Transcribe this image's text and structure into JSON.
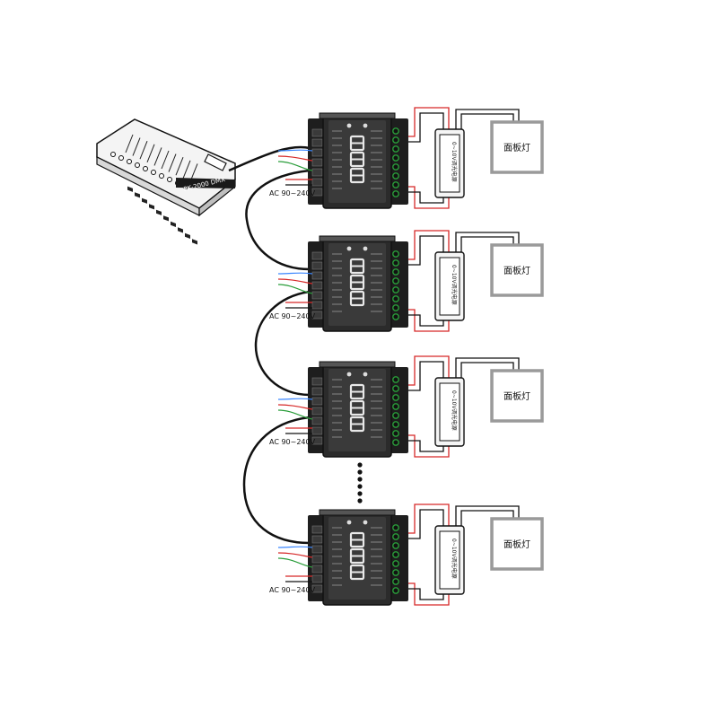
{
  "console": {
    "label": "PK·2000 DMX"
  },
  "units": [
    {
      "power_label": "AC 90~240V",
      "panel_label": "面板灯"
    },
    {
      "power_label": "AC 90~240V",
      "panel_label": "面板灯"
    },
    {
      "power_label": "AC 90~240V",
      "panel_label": "面板灯"
    },
    {
      "power_label": "AC 90~240V",
      "panel_label": "面板灯"
    }
  ],
  "driver_label": "0~10V调光电源",
  "colors": {
    "wire_dark": "#111111",
    "wire_red": "#d62828",
    "wire_blue": "#3a86ff",
    "wire_green": "#2a9d3a",
    "device_body": "#2b2b2b",
    "panel_frame": "#9a9a9a"
  }
}
